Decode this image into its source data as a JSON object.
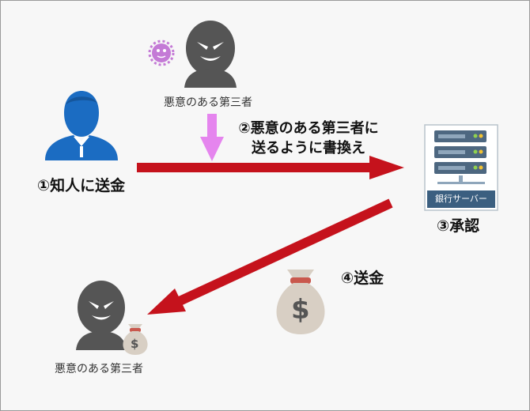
{
  "attacker_top_label": "悪意のある第三者",
  "attacker_bottom_label": "悪意のある第三者",
  "step1_label": "①知人に送金",
  "step2_line1": "②悪意のある第三者に",
  "step2_line2": "送るように書換え",
  "step3_label": "③承認",
  "step4_label": "④送金",
  "server_label": "銀行サーバー",
  "money_symbol": "$",
  "money_symbol_small": "$",
  "icons": {
    "person": "user-silhouette-icon",
    "attacker": "masked-figure-icon",
    "virus": "virus-icon",
    "server": "server-icon",
    "money": "money-bag-icon"
  },
  "colors": {
    "arrow_red": "#c5121c",
    "arrow_pink": "#e585ee",
    "person_blue": "#1b6cc2",
    "attacker_gray": "#555555",
    "server_blue": "#3b5f80",
    "money_tan": "#d8cfc4",
    "virus_purple": "#c47ad6"
  }
}
